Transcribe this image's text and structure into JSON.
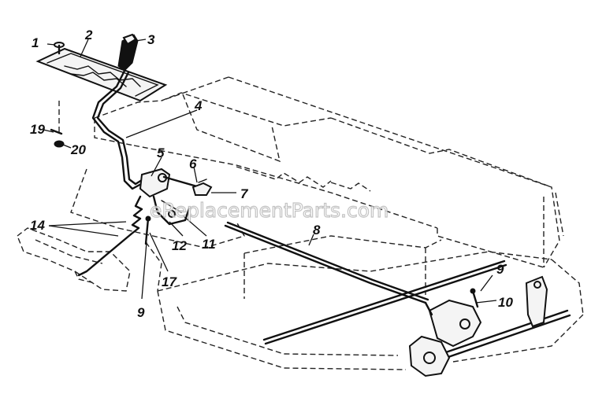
{
  "diagram": {
    "watermark": "eReplacementParts.com",
    "labels": [
      {
        "id": "1",
        "text": "1"
      },
      {
        "id": "2",
        "text": "2"
      },
      {
        "id": "3",
        "text": "3"
      },
      {
        "id": "4",
        "text": "4"
      },
      {
        "id": "5",
        "text": "5"
      },
      {
        "id": "6",
        "text": "6"
      },
      {
        "id": "7",
        "text": "7"
      },
      {
        "id": "8",
        "text": "8"
      },
      {
        "id": "9a",
        "text": "9"
      },
      {
        "id": "9b",
        "text": "9"
      },
      {
        "id": "10",
        "text": "10"
      },
      {
        "id": "11",
        "text": "11"
      },
      {
        "id": "12",
        "text": "12"
      },
      {
        "id": "14",
        "text": "14"
      },
      {
        "id": "17",
        "text": "17"
      },
      {
        "id": "19",
        "text": "19"
      },
      {
        "id": "20",
        "text": "20"
      }
    ]
  }
}
